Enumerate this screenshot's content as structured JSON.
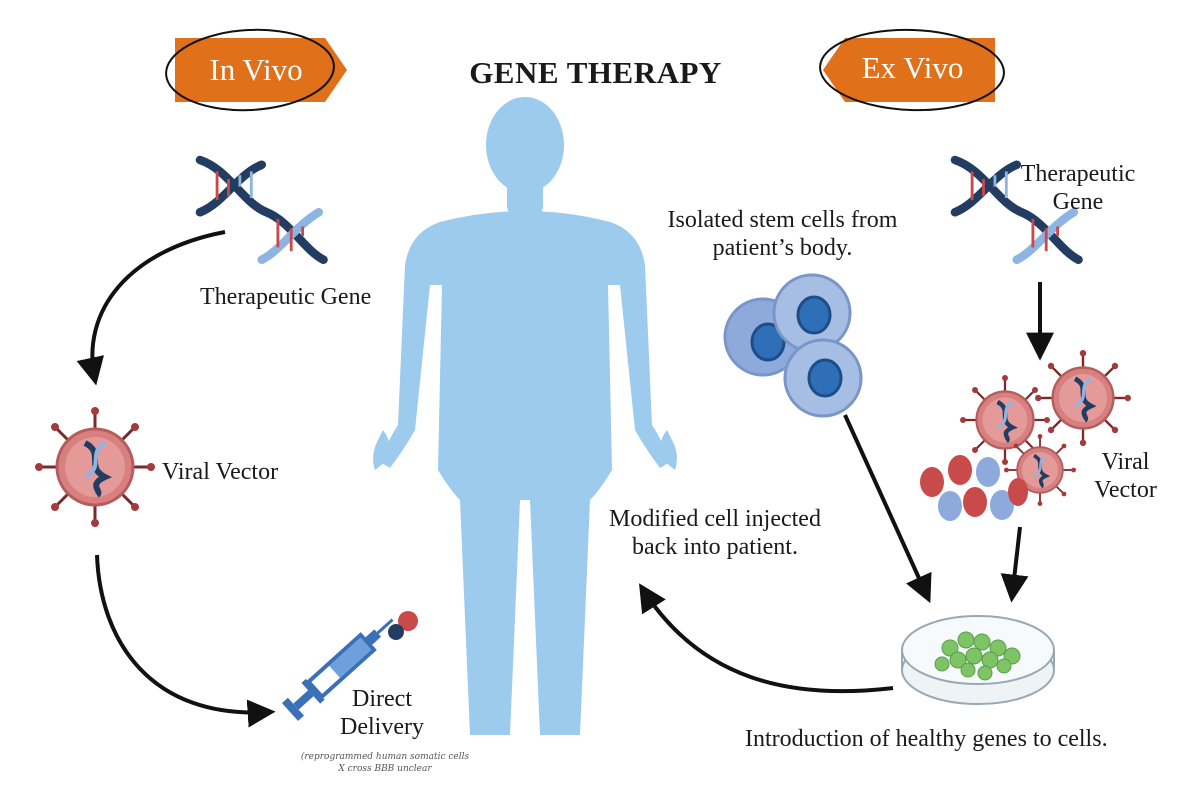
{
  "diagram": {
    "title": "GENE THERAPY",
    "in_vivo": {
      "tag": "In Vivo",
      "steps": [
        "Therapeutic Gene",
        "Viral Vector",
        "Direct",
        "Delivery"
      ]
    },
    "ex_vivo": {
      "tag": "Ex Vivo",
      "therapeutic_gene": [
        "Therapeutic",
        "Gene"
      ],
      "viral_vector": [
        "Viral",
        "Vector"
      ],
      "stem_cells": [
        "Isolated stem cells from",
        "patient’s body."
      ],
      "modified_cell": [
        "Modified cell injected",
        "back into patient."
      ],
      "introduction": "Introduction of healthy genes to cells."
    },
    "handwritten_note": [
      "(reprogrammed human somatic cells",
      "X cross BBB unclear"
    ]
  },
  "colors": {
    "tag_orange": "#e0701a",
    "body_blue": "#9ccbed",
    "dna_navy": "#233d62",
    "dna_red": "#c94a4a",
    "virus_pink": "#d7807f",
    "cell_blue": "#8eaadc",
    "dish_green": "#7cc465"
  }
}
